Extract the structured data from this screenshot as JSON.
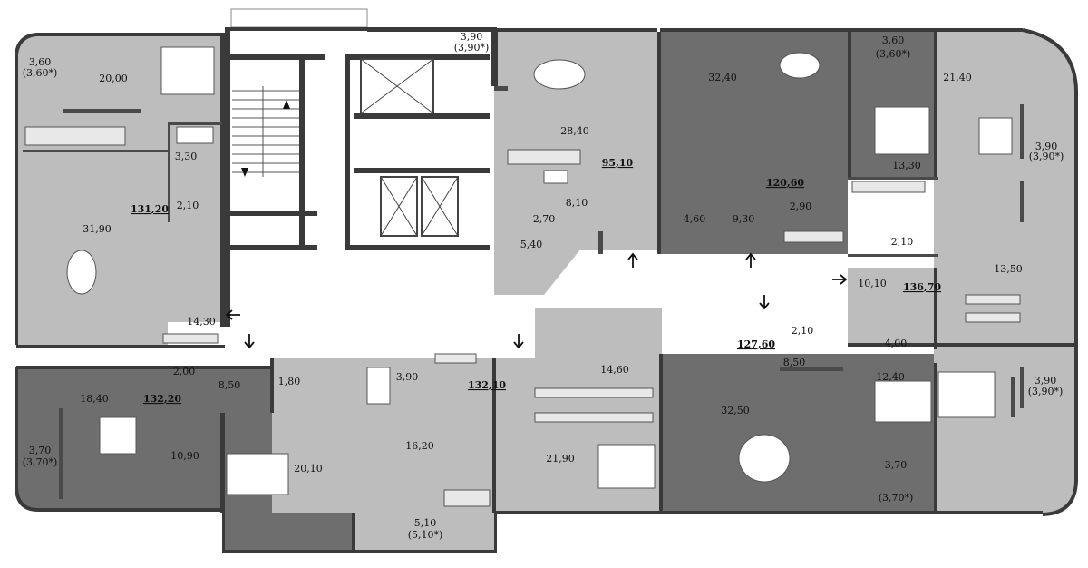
{
  "labels": {
    "r1": "20,00",
    "r2": "3,60",
    "r3": "(3,60*)",
    "r4": "3,30",
    "r5": "2,10",
    "r6": "31,90",
    "r7": "14,30",
    "r8": "3,90",
    "r9": "(3,90*)",
    "r10": "28,40",
    "r11": "8,10",
    "r12": "2,70",
    "r13": "5,40",
    "r14": "32,40",
    "r15": "3,60",
    "r16": "(3,60*)",
    "r17": "13,30",
    "r18": "4,60",
    "r19": "9,30",
    "r20": "2,90",
    "r21": "2,10",
    "r22": "21,40",
    "r23": "3,90",
    "r24": "(3,90*)",
    "r25": "13,50",
    "r26": "10,10",
    "r27": "2,10",
    "r28": "4,00",
    "r29": "8,50",
    "r30": "12,40",
    "r31": "3,90",
    "r32": "(3,90*)",
    "r33": "32,50",
    "r34": "3,70",
    "r35": "(3,70*)",
    "r36": "14,60",
    "r37": "21,90",
    "r38": "3,90",
    "r39": "1,80",
    "r40": "16,20",
    "r41": "5,10",
    "r42": "(5,10*)",
    "r43": "2,00",
    "r44": "8,50",
    "r45": "18,40",
    "r46": "10,90",
    "r47": "20,10",
    "r48": "3,70",
    "r49": "(3,70*)"
  },
  "totals": {
    "t1": "131,20",
    "t2": "95,10",
    "t3": "120,60",
    "t4": "136,70",
    "t5": "127,60",
    "t6": "132,10",
    "t7": "132,20"
  }
}
